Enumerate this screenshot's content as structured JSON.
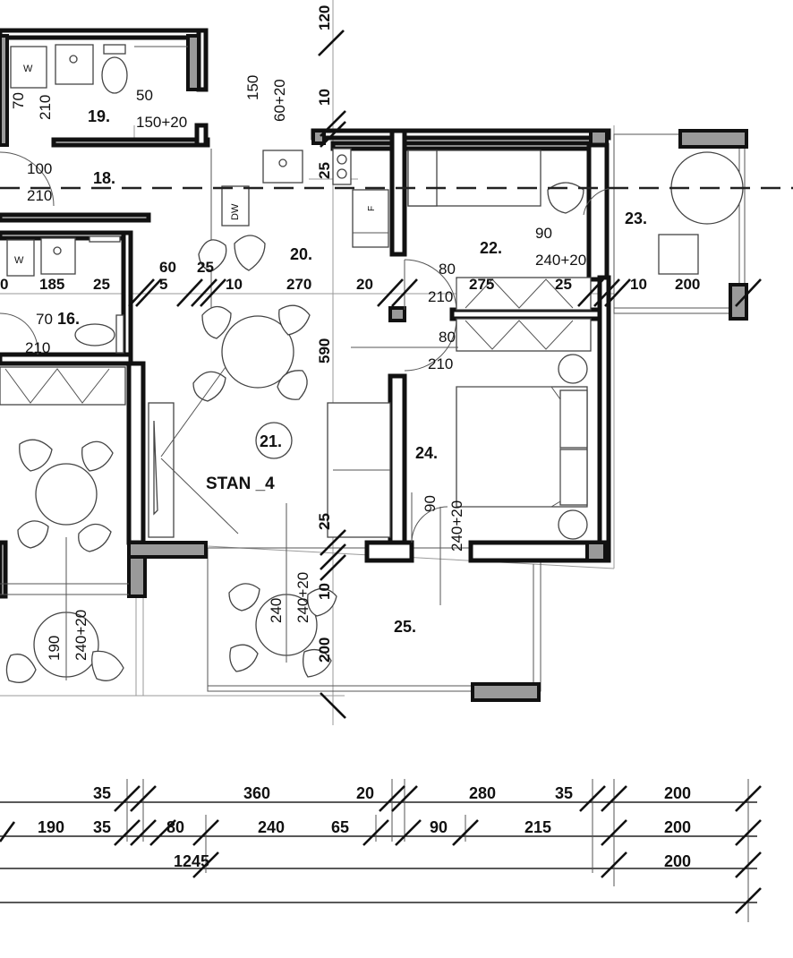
{
  "title": "STAN _4",
  "rooms": {
    "r16": "16.",
    "r18": "18.",
    "r19": "19.",
    "r20": "20.",
    "r21": "21.",
    "r22": "22.",
    "r23": "23.",
    "r24": "24.",
    "r25": "25."
  },
  "appliances": {
    "washer1": "W",
    "washer2": "W",
    "dishwasher": "DW",
    "fridge": "F"
  },
  "plan_dims": {
    "top_120": "120",
    "v_10": "10",
    "v_25a": "25",
    "v_590": "590",
    "v_25b": "25",
    "v_10b": "10",
    "v_200": "200",
    "d19_150": "150",
    "d19_60_20": "60+20",
    "d19_50": "50",
    "d19_150_20": "150+20",
    "d19_70": "70",
    "d19_210": "210",
    "d18_100": "100",
    "d18_210": "210",
    "row_185": "185",
    "row_25a": "25",
    "row_60": "60",
    "row_5": "5",
    "row_25b": "25",
    "row_10": "10",
    "row_270": "270",
    "row_20": "20",
    "row_275": "275",
    "row_25c": "25",
    "row_10b": "10",
    "row_200": "200",
    "row_0": "0",
    "d16_70": "70",
    "d16_210": "210",
    "d22_80": "80",
    "d22_210": "210",
    "d23_90": "90",
    "d23_240_20": "240+20",
    "d24_80": "80",
    "d24_210": "210",
    "d24_90": "90",
    "d24_240_20": "240+20",
    "d25_240": "240",
    "d25_240_20": "240+20",
    "dl_190": "190",
    "dl_240_20": "240+20"
  },
  "bottom_dims": {
    "r1": [
      "35",
      "360",
      "20",
      "280",
      "35",
      "200"
    ],
    "r2": [
      "190",
      "35",
      "80",
      "240",
      "65",
      "90",
      "215",
      "200"
    ],
    "r3": [
      "1245",
      "200"
    ]
  }
}
